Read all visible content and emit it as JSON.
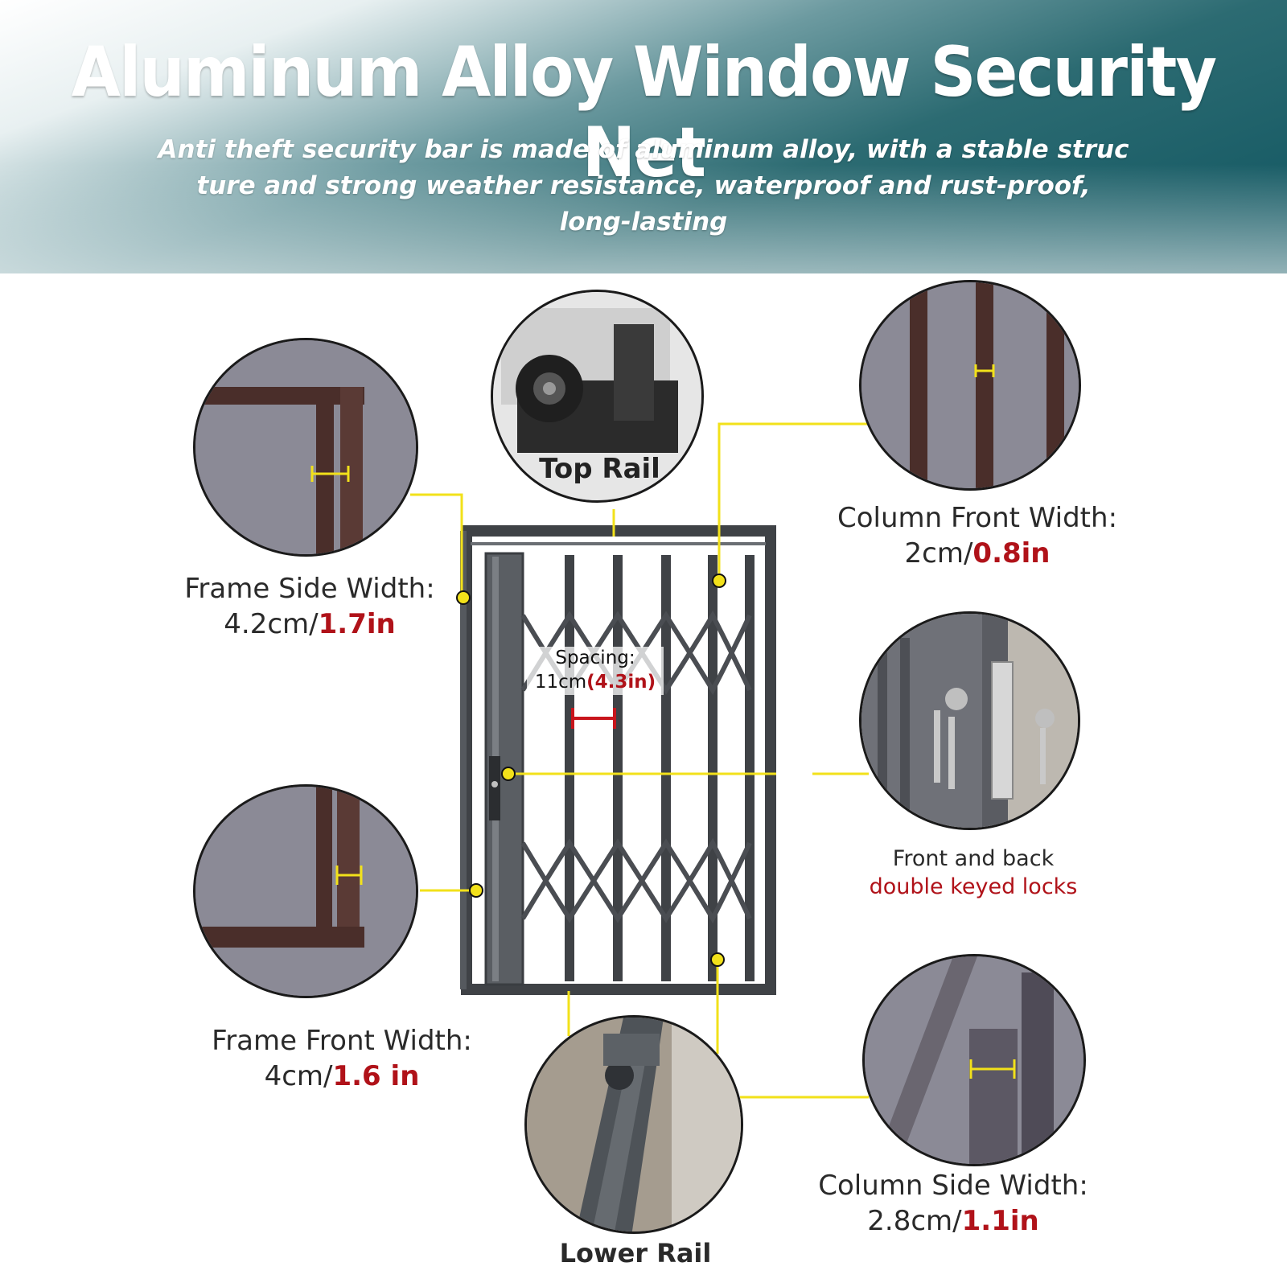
{
  "header": {
    "title": "Aluminum Alloy Window Security Net",
    "subtitle_lines": [
      "Anti theft security bar is made of aluminum alloy, with a stable struc",
      "ture and strong weather resistance, waterproof and rust-proof,",
      "long-lasting"
    ]
  },
  "callouts": {
    "top_rail": {
      "label": "Top Rail"
    },
    "lower_rail": {
      "label": "Lower Rail"
    },
    "frame_side": {
      "label": "Frame Side Width:",
      "metric": "4.2cm/",
      "imperial": "1.7in"
    },
    "frame_front": {
      "label": "Frame Front Width:",
      "metric": "4cm/",
      "imperial": "1.6 in"
    },
    "column_front": {
      "label": "Column Front Width:",
      "metric": "2cm/",
      "imperial": "0.8in"
    },
    "column_side": {
      "label": "Column Side Width:",
      "metric": "2.8cm/",
      "imperial": "1.1in"
    },
    "locks": {
      "line1": "Front and back",
      "line2": "double keyed locks"
    },
    "spacing": {
      "label": "Spacing:",
      "metric": "11cm",
      "imperial": "(4.3in)"
    }
  },
  "colors": {
    "accent_red": "#b01219",
    "callout_yellow": "#f2e11a",
    "frame_gray": "#3f4246",
    "banner_teal": "#0f5560"
  }
}
